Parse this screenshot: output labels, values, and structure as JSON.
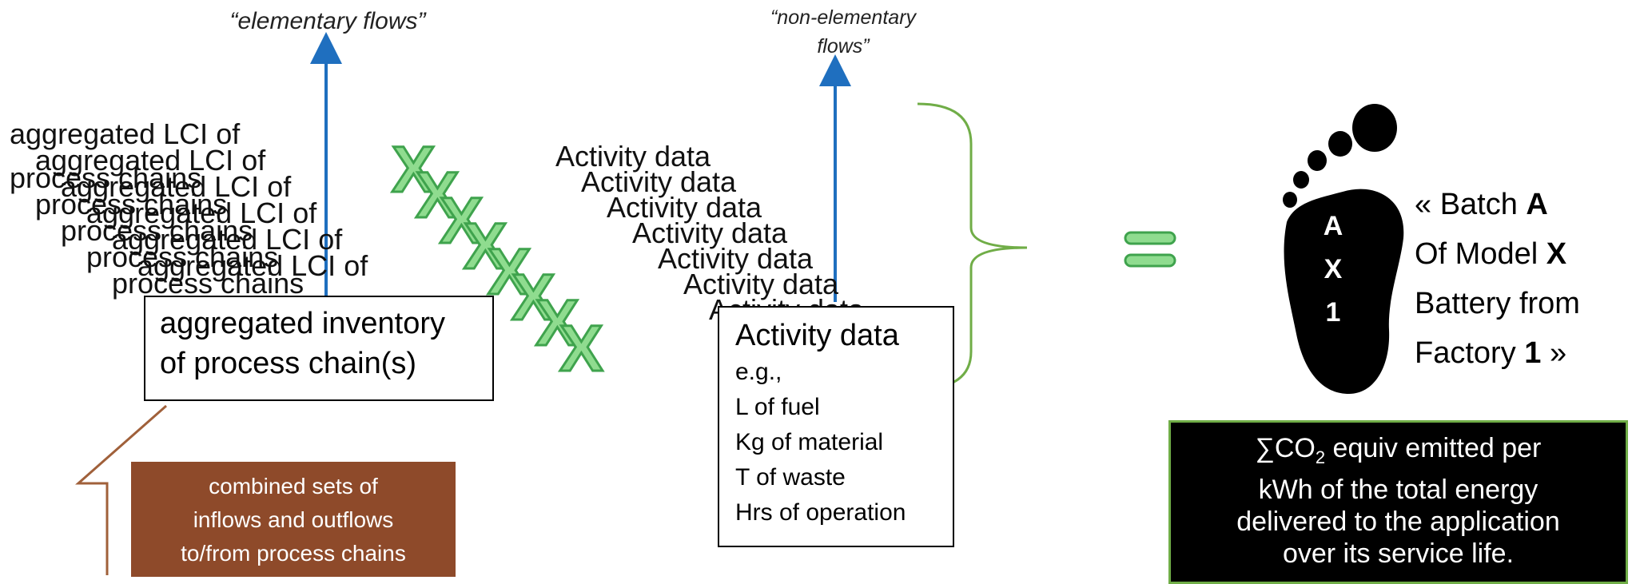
{
  "labels": {
    "elementary_flows": "“elementary flows”",
    "non_elementary_flows_1": "“non-elementary",
    "non_elementary_flows_2": "flows”"
  },
  "stacked_lci": [
    "aggregated LCI of",
    "process chains"
  ],
  "stacked_activity": [
    "Activity data"
  ],
  "aggregated_box": {
    "line1": "aggregated inventory",
    "line2": "of process chain(s)"
  },
  "activity_box": {
    "title": "Activity data",
    "items": [
      "e.g.,",
      "L of fuel",
      "Kg of material",
      "T of waste",
      "Hrs of operation"
    ]
  },
  "brown_box": {
    "line1": "combined sets of",
    "line2": "inflows and outflows",
    "line3": "to/from process chains"
  },
  "x_marks": {
    "glyph": "X"
  },
  "footprint": {
    "letter1": "A",
    "letter2": "X",
    "letter3": "1"
  },
  "caption": {
    "quote_open": "« Batch ",
    "batch": "A",
    "of_model": "Of Model ",
    "model": "X",
    "battery_from": "Battery from",
    "factory": "Factory ",
    "factory_id": "1",
    "quote_close": " »"
  },
  "result_box": {
    "sum_symbol": "∑CO",
    "sub": "2",
    "line1_rest": " equiv emitted per",
    "line2": "kWh of the total energy",
    "line3": "delivered to the application",
    "line4": "over its service life."
  },
  "colors": {
    "arrow_blue": "#1f6fbf",
    "green": "#70ad47",
    "x_fill": "#8fdc8f",
    "x_stroke": "#3fa34d",
    "brown": "#8e4a2a",
    "brown_line": "#a0603a"
  }
}
